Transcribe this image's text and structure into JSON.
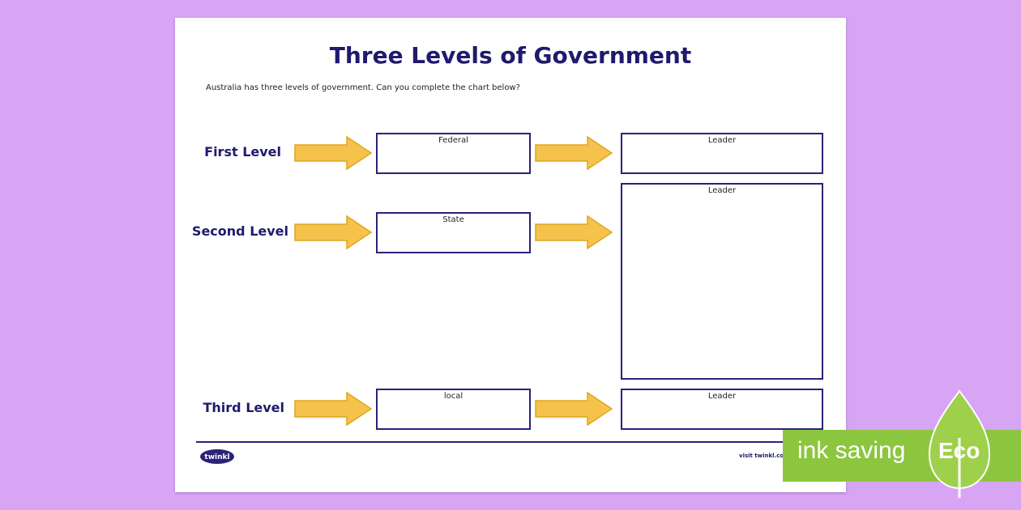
{
  "worksheet": {
    "title": "Three Levels of Government",
    "intro": "Australia has three levels of government. Can you complete the chart below?",
    "levels": [
      {
        "label": "First Level",
        "box": "Federal",
        "leader": "Leader"
      },
      {
        "label": "Second Level",
        "box": "State",
        "leader": "Leader"
      },
      {
        "label": "Third Level",
        "box": "local",
        "leader": "Leader"
      }
    ],
    "footer": {
      "logo_text": "twinkl",
      "url": "visit twinkl.com"
    }
  },
  "badge": {
    "text": "ink saving",
    "eco": "Eco"
  },
  "colors": {
    "background": "#d8a4f4",
    "navy": "#1f1a6e",
    "arrow": "#f5c34b",
    "eco_green": "#8cc63f",
    "leaf_green": "#9fd04c"
  }
}
